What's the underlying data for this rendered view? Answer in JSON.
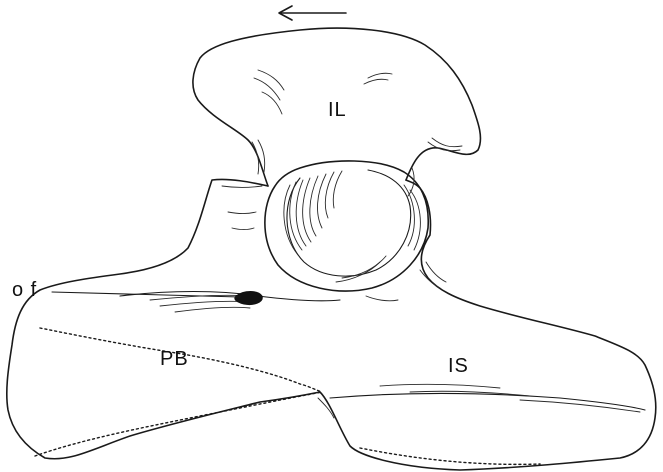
{
  "labels": {
    "ilium": "IL",
    "pubis": "PB",
    "ischium": "IS",
    "foramen": "o f"
  },
  "colors": {
    "ink": "#1a1a1a",
    "paper": "#ffffff"
  },
  "icons": {
    "orientation_arrow": "arrow-left-icon"
  }
}
